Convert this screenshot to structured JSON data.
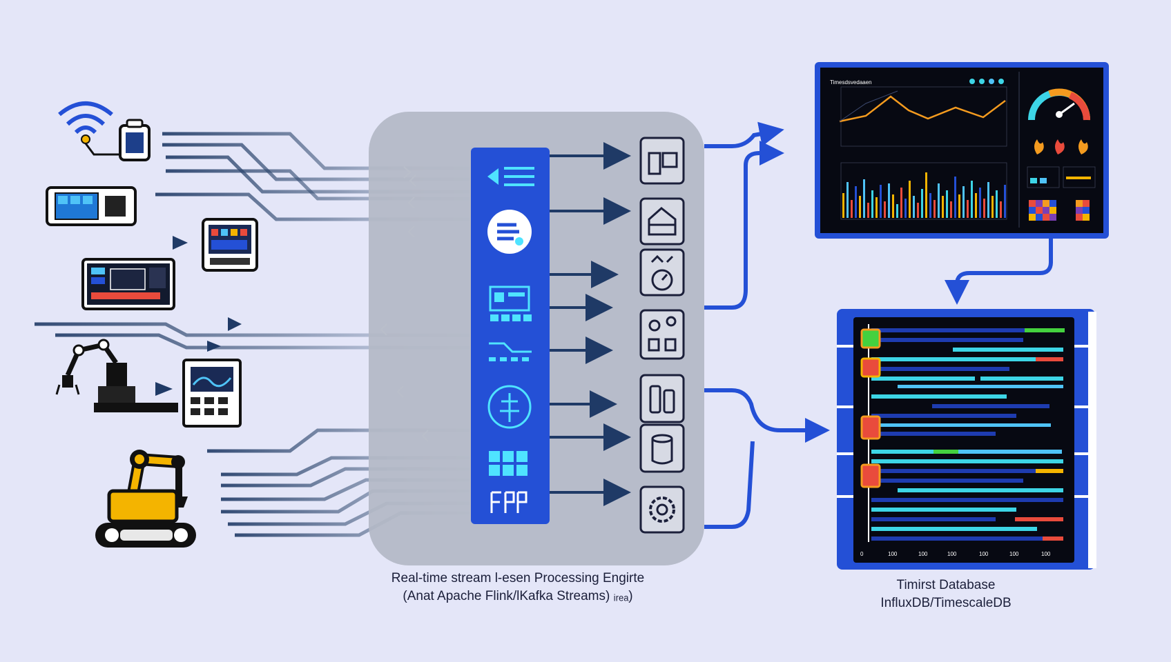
{
  "engine": {
    "caption_line1": "Real-time stream l-esen Processing Engirte",
    "caption_line2": "(Anat Apache Flink/lKafka Streams) ᵢᵣₑₐ)"
  },
  "database": {
    "caption_line1": "Timirst Database",
    "caption_line2": "InfluxDB/TimescaleDB",
    "axis_ticks": [
      "0",
      "100",
      "100",
      "100",
      "100",
      "100",
      "100"
    ]
  },
  "dashboard": {
    "title": "Timesdsvedaaen"
  },
  "colors": {
    "background": "#e4e6f8",
    "accent_blue": "#2450d6",
    "arrow_navy": "#1f3a66",
    "engine_panel": "#b3b8c6",
    "dark_screen": "#070912"
  },
  "icons": {
    "sources": [
      "wifi-sensor-icon",
      "handheld-device-icon",
      "control-panel-icon",
      "industrial-controller-icon",
      "robot-arm-icon",
      "monitor-terminal-icon",
      "excavator-robot-icon"
    ],
    "engine_strip": [
      "stream-link-icon",
      "processing-gear-icon",
      "dashboard-widget-icon",
      "waveform-icon",
      "neural-tree-icon",
      "grid-table-icon"
    ],
    "outputs": [
      "output-module-icon-1",
      "output-module-icon-2",
      "output-clock-icon",
      "output-network-icon",
      "output-bottles-icon",
      "output-cylinder-icon",
      "output-gear-icon"
    ]
  }
}
